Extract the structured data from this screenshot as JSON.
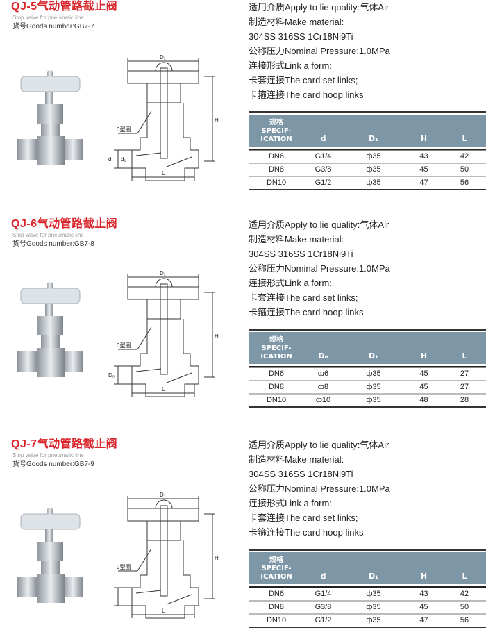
{
  "sections": [
    {
      "title": "QJ-5气动管路截止阀",
      "subtitle": "Stop valve for pneumatic line",
      "goods": "货号Goods number:GB7-7",
      "specs": [
        "适用介质Apply to lie quality:气体Air",
        "制造材料Make material:",
        "304SS 316SS 1Cr18Ni9Ti",
        "公称压力Nominal Pressure:1.0MPa",
        "连接形式Link a form:",
        "卡套连接The card set links;",
        "卡箍连接The card hoop links"
      ],
      "drawing_labels": {
        "d1_top": "D₁",
        "h": "H",
        "oring": "0型圈",
        "d": "d",
        "d_small": "d₁",
        "l": "L"
      },
      "table": {
        "spec_cn": "规格",
        "spec_en1": "SPECIF-",
        "spec_en2": "ICATION",
        "headers": [
          "d",
          "D₁",
          "H",
          "L"
        ],
        "rows": [
          [
            "DN6",
            "G1/4",
            "ф35",
            "43",
            "42"
          ],
          [
            "DN8",
            "G3/8",
            "ф35",
            "45",
            "50"
          ],
          [
            "DN10",
            "G1/2",
            "ф35",
            "47",
            "56"
          ]
        ]
      }
    },
    {
      "title": "QJ-6气动管路截止阀",
      "subtitle": "Stop valve for pneumatic line",
      "goods": "货号Goods number:GB7-8",
      "specs": [
        "适用介质Apply to lie quality:气体Air",
        "制造材料Make material:",
        "304SS 316SS 1Cr18Ni9Ti",
        "公称压力Nominal Pressure:1.0MPa",
        "连接形式Link a form:",
        "卡套连接The card set links;",
        "卡箍连接The card hoop links"
      ],
      "drawing_labels": {
        "d1_top": "D₁",
        "h": "H",
        "oring": "0型圈",
        "d": "D₀",
        "d_small": "",
        "l": "L"
      },
      "table": {
        "spec_cn": "规格",
        "spec_en1": "SPECIF-",
        "spec_en2": "ICATION",
        "headers": [
          "D₀",
          "D₁",
          "H",
          "L"
        ],
        "rows": [
          [
            "DN6",
            "ф6",
            "ф35",
            "45",
            "27"
          ],
          [
            "DN8",
            "ф8",
            "ф35",
            "45",
            "27"
          ],
          [
            "DN10",
            "ф10",
            "ф35",
            "48",
            "28"
          ]
        ]
      }
    },
    {
      "title": "QJ-7气动管路截止阀",
      "subtitle": "Stop valve for pneumatic line",
      "goods": "货号Goods number:GB7-9",
      "specs": [
        "适用介质Apply to lie quality:气体Air",
        "制造材料Make material:",
        "304SS 316SS 1Cr18Ni9Ti",
        "公称压力Nominal Pressure:1.0MPa",
        "连接形式Link a form:",
        "卡套连接The card set links;",
        "卡箍连接The card hoop links"
      ],
      "drawing_labels": {
        "d1_top": "D₁",
        "h": "H",
        "oring": "0型圈",
        "d": "",
        "d_small": "",
        "l": "L"
      },
      "table": {
        "spec_cn": "规格",
        "spec_en1": "SPECIF-",
        "spec_en2": "ICATION",
        "headers": [
          "d",
          "D₁",
          "H",
          "L"
        ],
        "rows": [
          [
            "DN6",
            "G1/4",
            "ф35",
            "43",
            "42"
          ],
          [
            "DN8",
            "G3/8",
            "ф35",
            "45",
            "50"
          ],
          [
            "DN10",
            "G1/2",
            "ф35",
            "47",
            "56"
          ]
        ]
      }
    }
  ]
}
